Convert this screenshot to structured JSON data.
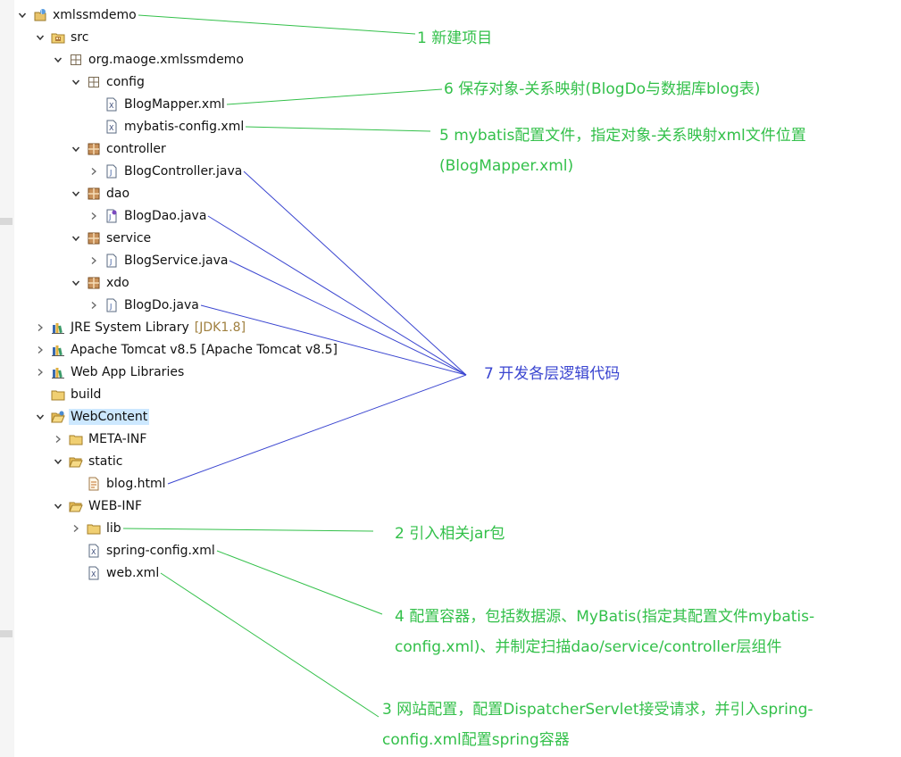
{
  "tree": [
    {
      "id": "xmlssmdemo",
      "label": "xmlssmdemo",
      "depth": 0,
      "arrow": "down",
      "icon": "project-icon"
    },
    {
      "id": "src",
      "label": "src",
      "depth": 1,
      "arrow": "down",
      "icon": "source-folder-icon"
    },
    {
      "id": "pkg-root",
      "label": "org.maoge.xmlssmdemo",
      "depth": 2,
      "arrow": "down",
      "icon": "package-empty-icon"
    },
    {
      "id": "config",
      "label": "config",
      "depth": 3,
      "arrow": "down",
      "icon": "package-empty-icon"
    },
    {
      "id": "blogmapper-xml",
      "label": "BlogMapper.xml",
      "depth": 4,
      "arrow": "none",
      "icon": "xml-file-icon"
    },
    {
      "id": "mybatis-config-xml",
      "label": "mybatis-config.xml",
      "depth": 4,
      "arrow": "none",
      "icon": "xml-file-icon"
    },
    {
      "id": "controller",
      "label": "controller",
      "depth": 3,
      "arrow": "down",
      "icon": "package-icon"
    },
    {
      "id": "blogcontroller-java",
      "label": "BlogController.java",
      "depth": 4,
      "arrow": "right",
      "icon": "java-file-icon"
    },
    {
      "id": "dao",
      "label": "dao",
      "depth": 3,
      "arrow": "down",
      "icon": "package-icon"
    },
    {
      "id": "blogdao-java",
      "label": "BlogDao.java",
      "depth": 4,
      "arrow": "right",
      "icon": "java-interface-file-icon"
    },
    {
      "id": "service",
      "label": "service",
      "depth": 3,
      "arrow": "down",
      "icon": "package-icon"
    },
    {
      "id": "blogservice-java",
      "label": "BlogService.java",
      "depth": 4,
      "arrow": "right",
      "icon": "java-file-icon"
    },
    {
      "id": "xdo",
      "label": "xdo",
      "depth": 3,
      "arrow": "down",
      "icon": "package-icon"
    },
    {
      "id": "blogdo-java",
      "label": "BlogDo.java",
      "depth": 4,
      "arrow": "right",
      "icon": "java-file-icon"
    },
    {
      "id": "jre-library",
      "label": "JRE System Library",
      "decoration": "[JDK1.8]",
      "depth": 1,
      "arrow": "right",
      "icon": "library-icon"
    },
    {
      "id": "tomcat-library",
      "label": "Apache Tomcat v8.5 [Apache Tomcat v8.5]",
      "depth": 1,
      "arrow": "right",
      "icon": "library-icon"
    },
    {
      "id": "webapp-libraries",
      "label": "Web App Libraries",
      "depth": 1,
      "arrow": "right",
      "icon": "library-icon"
    },
    {
      "id": "build",
      "label": "build",
      "depth": 1,
      "arrow": "none",
      "icon": "folder-icon"
    },
    {
      "id": "webcontent",
      "label": "WebContent",
      "depth": 1,
      "arrow": "down",
      "icon": "web-folder-icon",
      "selected": true
    },
    {
      "id": "meta-inf",
      "label": "META-INF",
      "depth": 2,
      "arrow": "right",
      "icon": "folder-icon"
    },
    {
      "id": "static",
      "label": "static",
      "depth": 2,
      "arrow": "down",
      "icon": "folder-open-icon"
    },
    {
      "id": "blog-html",
      "label": "blog.html",
      "depth": 3,
      "arrow": "none",
      "icon": "html-file-icon"
    },
    {
      "id": "web-inf",
      "label": "WEB-INF",
      "depth": 2,
      "arrow": "down",
      "icon": "folder-open-icon"
    },
    {
      "id": "lib",
      "label": "lib",
      "depth": 3,
      "arrow": "right",
      "icon": "folder-icon"
    },
    {
      "id": "spring-config-xml",
      "label": "spring-config.xml",
      "depth": 3,
      "arrow": "none",
      "icon": "xml-file-icon"
    },
    {
      "id": "web-xml",
      "label": "web.xml",
      "depth": 3,
      "arrow": "none",
      "icon": "xml-file-icon"
    }
  ],
  "annotations": [
    {
      "id": "note-1",
      "lines": [
        "1 新建项目"
      ],
      "color": "#33c04a",
      "targets": [
        "xmlssmdemo"
      ]
    },
    {
      "id": "note-6",
      "lines": [
        "6 保存对象-关系映射(BlogDo与数据库blog表)"
      ],
      "color": "#33c04a",
      "targets": [
        "blogmapper-xml"
      ]
    },
    {
      "id": "note-5",
      "lines": [
        "5 mybatis配置文件，指定对象-关系映射xml文件位置",
        "(BlogMapper.xml)"
      ],
      "color": "#33c04a",
      "targets": [
        "mybatis-config-xml"
      ]
    },
    {
      "id": "note-7",
      "lines": [
        "7 开发各层逻辑代码"
      ],
      "color": "#3a45d0",
      "targets": [
        "blogcontroller-java",
        "blogdao-java",
        "blogservice-java",
        "blogdo-java",
        "blog-html"
      ]
    },
    {
      "id": "note-2",
      "lines": [
        "2 引入相关jar包"
      ],
      "color": "#33c04a",
      "targets": [
        "lib"
      ]
    },
    {
      "id": "note-4",
      "lines": [
        "4 配置容器，包括数据源、MyBatis(指定其配置文件mybatis-",
        "config.xml)、并制定扫描dao/service/controller层组件"
      ],
      "color": "#33c04a",
      "targets": [
        "spring-config-xml"
      ]
    },
    {
      "id": "note-3",
      "lines": [
        "3 网站配置，配置DispatcherServlet接受请求，并引入spring-",
        "config.xml配置spring容器"
      ],
      "color": "#33c04a",
      "targets": [
        "web-xml"
      ]
    }
  ],
  "colors": {
    "green": "#33c04a",
    "blue": "#3a45d0",
    "selection": "#cde8ff",
    "decoration": "#a08040"
  }
}
